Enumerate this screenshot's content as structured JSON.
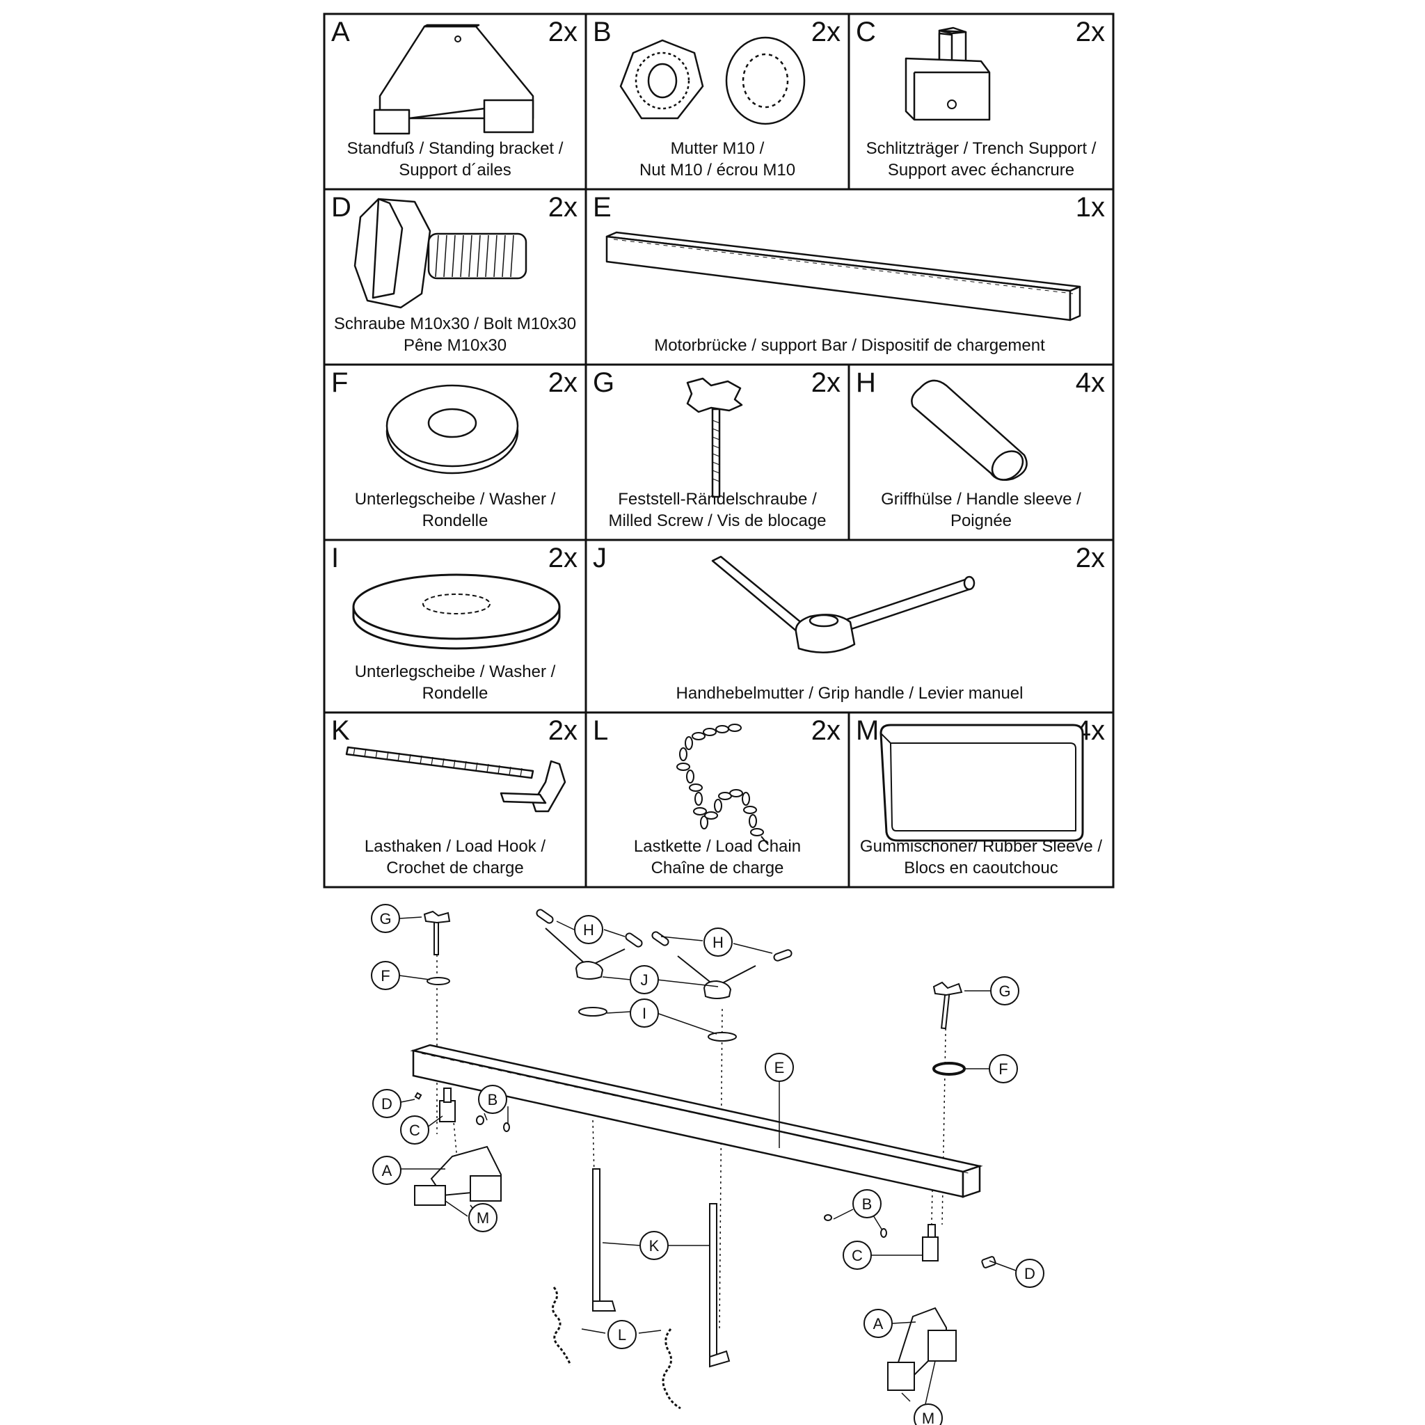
{
  "parts": [
    {
      "id": "A",
      "qty": "2x",
      "caption": [
        "Standfuß / Standing bracket /",
        "Support d´ailes"
      ]
    },
    {
      "id": "B",
      "qty": "2x",
      "caption": [
        "Mutter M10 /",
        "Nut M10 / écrou M10"
      ]
    },
    {
      "id": "C",
      "qty": "2x",
      "caption": [
        "Schlitzträger / Trench Support /",
        "Support avec échancrure"
      ]
    },
    {
      "id": "D",
      "qty": "2x",
      "caption": [
        "Schraube M10x30 / Bolt M10x30",
        "Pêne M10x30"
      ]
    },
    {
      "id": "E",
      "qty": "1x",
      "caption": [
        "Motorbrücke / support Bar / Dispositif de chargement"
      ]
    },
    {
      "id": "F",
      "qty": "2x",
      "caption": [
        "Unterlegscheibe / Washer /",
        "Rondelle"
      ]
    },
    {
      "id": "G",
      "qty": "2x",
      "caption": [
        "Feststell-Rändelschraube /",
        "Milled Screw / Vis de blocage"
      ]
    },
    {
      "id": "H",
      "qty": "4x",
      "caption": [
        "Griffhülse / Handle sleeve /",
        "Poignée"
      ]
    },
    {
      "id": "I",
      "qty": "2x",
      "caption": [
        "Unterlegscheibe / Washer /",
        "Rondelle"
      ]
    },
    {
      "id": "J",
      "qty": "2x",
      "caption": [
        "Handhebelmutter / Grip handle / Levier manuel"
      ]
    },
    {
      "id": "K",
      "qty": "2x",
      "caption": [
        "Lasthaken / Load Hook /",
        "Crochet de charge"
      ]
    },
    {
      "id": "L",
      "qty": "2x",
      "caption": [
        "Lastkette / Load Chain",
        "Chaîne de charge"
      ]
    },
    {
      "id": "M",
      "qty": "4x",
      "caption": [
        "Gummischoner/ Rubber Sleeve /",
        "Blocs en caoutchouc"
      ]
    }
  ],
  "callouts": {
    "G_left": "G",
    "F_left": "F",
    "H_left": "H",
    "H_right": "H",
    "J": "J",
    "I": "I",
    "G_right": "G",
    "F_right": "F",
    "E": "E",
    "D_left": "D",
    "B_left": "B",
    "C_left": "C",
    "A_left": "A",
    "M_left": "M",
    "K": "K",
    "L": "L",
    "B_right": "B",
    "C_right": "C",
    "D_right": "D",
    "A_right": "A",
    "M_right": "M"
  },
  "colors": {
    "line": "#111111",
    "background": "#ffffff"
  }
}
